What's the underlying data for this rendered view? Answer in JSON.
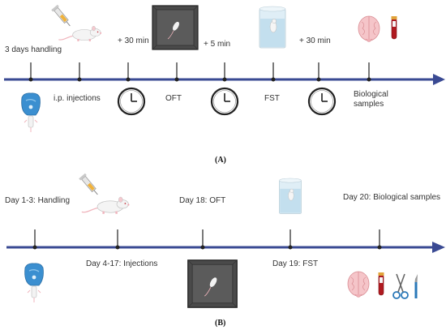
{
  "panel_a": {
    "caption": "(A)",
    "labels": {
      "handling": "3 days handling",
      "ip": "i.p. injections",
      "t30a": "+ 30 min",
      "oft": "OFT",
      "t5": "+ 5 min",
      "fst": "FST",
      "t30b": "+ 30 min",
      "bio1": "Biological",
      "bio2": "samples"
    }
  },
  "panel_b": {
    "caption": "(B)",
    "labels": {
      "handling": "Day 1-3: Handling",
      "injections": "Day 4-17: Injections",
      "oft": "Day 18: OFT",
      "fst": "Day 19: FST",
      "bio": "Day 20: Biological samples"
    }
  },
  "colors": {
    "timeline": "#3a4a93",
    "tick": "#222222",
    "glove": "#3b8fd0",
    "blood": "#b01a20"
  },
  "icons": [
    "hand-glove-mouse-icon",
    "syringe-rat-icon",
    "clock-icon",
    "open-field-box-icon",
    "water-beaker-mouse-icon",
    "brain-icon",
    "blood-tube-icon",
    "scissors-icon",
    "scalpel-icon"
  ]
}
